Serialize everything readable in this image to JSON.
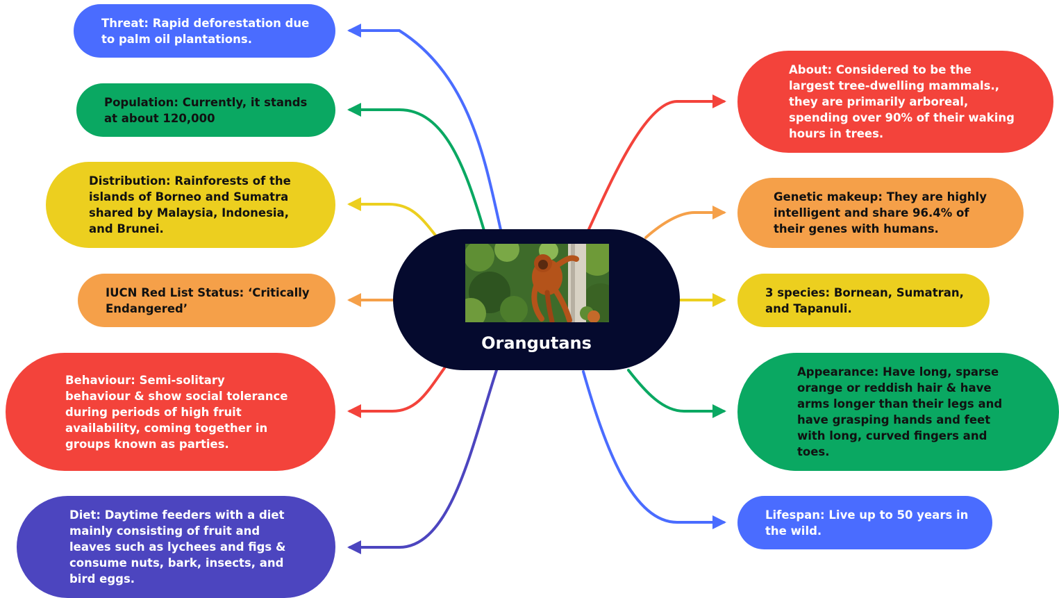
{
  "central_topic": {
    "title": "Orangutans",
    "image_alt": "orangutan-photo"
  },
  "colors": {
    "blue": "#4a6cff",
    "green": "#0aa862",
    "yellow": "#eccf1f",
    "orange": "#f5a049",
    "red": "#f3433b",
    "indigo": "#4c45bf",
    "center": "#050a2e"
  },
  "nodes": {
    "threat": {
      "key": "Threat:",
      "text": " Rapid deforestation due to palm oil plantations."
    },
    "population": {
      "key": "Population:",
      "text": " Currently, it stands at about 120,000"
    },
    "distribution": {
      "key": "Distribution:",
      "text": " Rainforests of the islands of Borneo and Sumatra shared by Malaysia, Indonesia, and Brunei."
    },
    "iucn": {
      "key": "IUCN Red List Status:",
      "text": " ‘Critically Endangered’"
    },
    "behaviour": {
      "key": "Behaviour:",
      "text": " Semi-solitary behaviour & show social tolerance during periods of high fruit availability, coming together in groups known as parties."
    },
    "diet": {
      "key": "Diet:",
      "text": " Daytime feeders with a diet mainly consisting of fruit and leaves such as lychees and figs & consume nuts, bark, insects, and bird eggs."
    },
    "about": {
      "key": "About:",
      "text": " Considered to be the largest tree-dwelling mammals., they are primarily arboreal, spending over 90% of their waking hours in trees."
    },
    "genetic": {
      "key": "Genetic makeup:",
      "text": " They are highly intelligent and share 96.4% of their genes with humans."
    },
    "species": {
      "key": "3 species:",
      "text": " Bornean, Sumatran, and Tapanuli."
    },
    "appearance": {
      "key": "Appearance:",
      "text": " Have long, sparse orange or reddish hair & have arms longer than their legs and have grasping hands and feet with long, curved fingers and toes."
    },
    "lifespan": {
      "key": "Lifespan:",
      "text": " Live up to 50 years in the wild."
    }
  }
}
